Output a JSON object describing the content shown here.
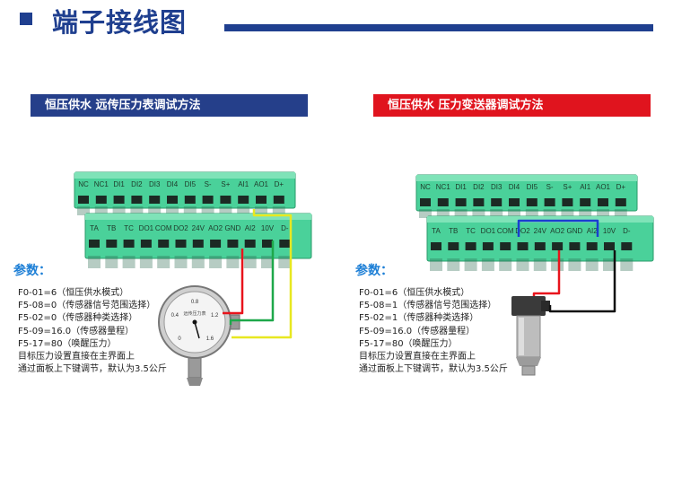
{
  "header": {
    "title": "端子接线图"
  },
  "left": {
    "banner": "恒压供水 远传压力表调试方法",
    "params_title": "参数：",
    "lines": [
      "F0-01=6（恒压供水模式）",
      "F5-08=0（传感器信号范围选择）",
      "F5-02=0（传感器种类选择）",
      "F5-09=16.0（传感器量程）",
      "F5-17=80（唤醒压力）",
      "目标压力设置直接在主界面上",
      "通过面板上下键调节，默认为3.5公斤"
    ],
    "gauge_scale": [
      "0",
      "0.4",
      "0.8",
      "1.2",
      "1.6"
    ],
    "gauge_label": "远传压力表"
  },
  "right": {
    "banner": "恒压供水 压力变送器调试方法",
    "params_title": "参数：",
    "lines": [
      "F0-01=6（恒压供水模式）",
      "F5-08=1（传感器信号范围选择）",
      "F5-02=1（传感器种类选择）",
      "F5-09=16.0（传感器量程）",
      "F5-17=80（唤醒压力）",
      "目标压力设置直接在主界面上",
      "通过面板上下键调节，默认为3.5公斤"
    ]
  },
  "terminals": {
    "top": [
      "NC",
      "NC1",
      "DI1",
      "DI2",
      "DI3",
      "DI4",
      "DI5",
      "S-",
      "S+",
      "AI1",
      "AO1",
      "D+"
    ],
    "bottom": [
      "TA",
      "TB",
      "TC",
      "DO1",
      "COM",
      "DO2",
      "24V",
      "AO2",
      "GND",
      "AI2",
      "10V",
      "D-"
    ]
  },
  "colors": {
    "header_blue": "#1f3f8f",
    "banner_blue": "#253f8a",
    "banner_red": "#e0141e",
    "params_title": "#1d7fd6",
    "terminal_green": "#4ad19a",
    "wire_red": "#e8141c",
    "wire_green": "#1ea84a",
    "wire_yellow": "#e8e820",
    "wire_blue": "#1a3fd0",
    "wire_black": "#111111"
  }
}
